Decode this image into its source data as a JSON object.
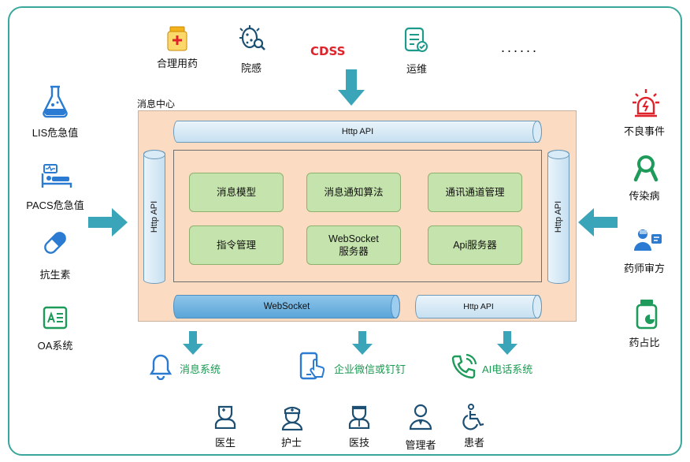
{
  "top": {
    "items": [
      {
        "label": "合理用药",
        "icon": "medicine-box-icon"
      },
      {
        "label": "院感",
        "icon": "germ-search-icon"
      },
      {
        "label": "CDSS",
        "icon": "none"
      },
      {
        "label": "运维",
        "icon": "checklist-icon"
      }
    ],
    "ellipsis": "......"
  },
  "left": {
    "items": [
      {
        "label": "LIS危急值",
        "icon": "flask-icon"
      },
      {
        "label": "PACS危急值",
        "icon": "hospital-bed-monitor-icon"
      },
      {
        "label": "抗生素",
        "icon": "capsule-icon"
      },
      {
        "label": "OA系统",
        "icon": "id-card-icon"
      }
    ]
  },
  "right": {
    "items": [
      {
        "label": "不良事件",
        "icon": "alarm-light-icon"
      },
      {
        "label": "传染病",
        "icon": "ribbon-icon"
      },
      {
        "label": "药师审方",
        "icon": "pharmacist-icon"
      },
      {
        "label": "药占比",
        "icon": "pill-bottle-chart-icon"
      }
    ]
  },
  "center": {
    "title": "消息中心",
    "top_api": "Http API",
    "left_api": "Http API",
    "right_api": "Http API",
    "modules": [
      "消息模型",
      "消息通知算法",
      "通讯通道管理",
      "指令管理",
      "WebSocket\n服务器",
      "Api服务器"
    ],
    "bottom_ws": "WebSocket",
    "bottom_api": "Http API"
  },
  "outputs": [
    {
      "label": "消息系统",
      "icon": "bell-icon"
    },
    {
      "label": "企业微信或钉钉",
      "icon": "phone-touch-icon"
    },
    {
      "label": "AI电话系统",
      "icon": "phone-call-icon"
    }
  ],
  "users": [
    {
      "label": "医生",
      "icon": "doctor-icon"
    },
    {
      "label": "护士",
      "icon": "nurse-icon"
    },
    {
      "label": "医技",
      "icon": "technician-icon"
    },
    {
      "label": "管理者",
      "icon": "manager-icon"
    },
    {
      "label": "患者",
      "icon": "wheelchair-icon"
    }
  ],
  "colors": {
    "frame": "#3aa79c",
    "arrow": "#3aa5b8",
    "accent_green": "#1a9a52",
    "cdss": "#e0232a",
    "module_fill": "#c5e3ac",
    "center_fill": "#fbdcc2"
  }
}
